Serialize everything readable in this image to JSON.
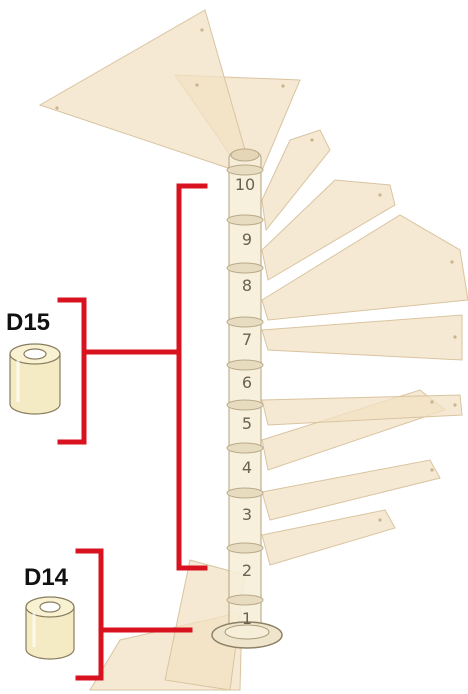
{
  "colors": {
    "tread_fill": "#f2e2c4",
    "tread_fill_opacity": 0.75,
    "tread_stroke": "#d9c4a0",
    "bracket": "#d8121f",
    "column_fill": "#f7efd9",
    "column_stroke": "#b8a988",
    "ring": "#e8dcc0",
    "label": "#111111"
  },
  "stair": {
    "column_segments": [
      "1",
      "2",
      "3",
      "4",
      "5",
      "6",
      "7",
      "8",
      "9",
      "10"
    ]
  },
  "callouts": [
    {
      "id": "d15",
      "label": "D15",
      "icon": "spacer-cylinder-icon"
    },
    {
      "id": "d14",
      "label": "D14",
      "icon": "spacer-cylinder-icon"
    }
  ]
}
